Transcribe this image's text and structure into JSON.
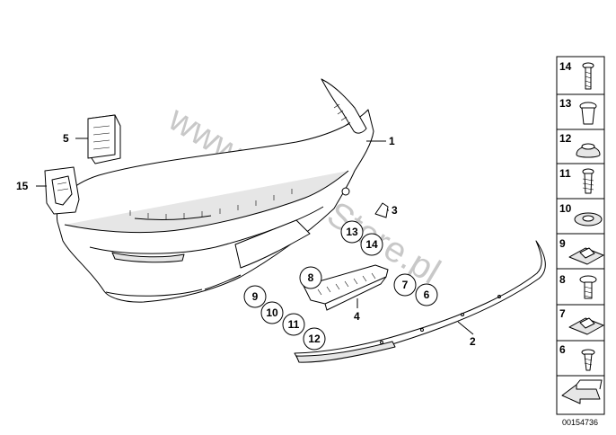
{
  "watermark": "www.BMW-Store.pl",
  "diagram_id": "00154736",
  "callouts": [
    {
      "id": "1",
      "label": "1"
    },
    {
      "id": "2",
      "label": "2"
    },
    {
      "id": "3",
      "label": "3"
    },
    {
      "id": "4",
      "label": "4"
    },
    {
      "id": "5",
      "label": "5"
    },
    {
      "id": "15",
      "label": "15"
    }
  ],
  "circled_labels": [
    "13",
    "14",
    "8",
    "7",
    "6",
    "9",
    "10",
    "11",
    "12"
  ],
  "side_panel": [
    {
      "number": "14",
      "part": "screw-icon"
    },
    {
      "number": "13",
      "part": "rivet-icon"
    },
    {
      "number": "12",
      "part": "grommet-icon"
    },
    {
      "number": "11",
      "part": "spring-screw-icon"
    },
    {
      "number": "10",
      "part": "washer-icon"
    },
    {
      "number": "9",
      "part": "clip-nut-icon"
    },
    {
      "number": "8",
      "part": "flange-screw-icon"
    },
    {
      "number": "7",
      "part": "clip-nut-icon"
    },
    {
      "number": "6",
      "part": "screw-icon"
    }
  ]
}
